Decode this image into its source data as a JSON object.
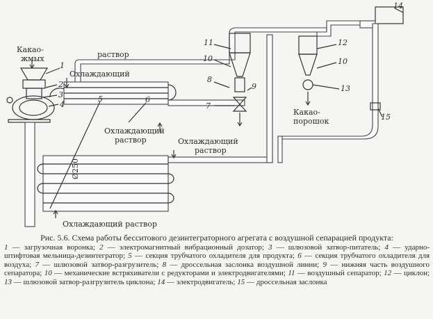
{
  "diagram": {
    "labels": {
      "input_material": [
        "Какао-",
        "жмых"
      ],
      "coolant_top": [
        "Охлаждающий",
        "раствор"
      ],
      "coolant_middle": [
        "Охлаждающий",
        "раствор"
      ],
      "coolant_right": [
        "Охлаждающий",
        "раствор"
      ],
      "coolant_bottom": "Охлаждающий раствор",
      "output_product": [
        "Какао-",
        "порошок"
      ],
      "diameter": "Ø250"
    },
    "numbers": [
      "1",
      "2",
      "3",
      "4",
      "5",
      "6",
      "7",
      "8",
      "9",
      "10",
      "11",
      "12",
      "13",
      "14",
      "15"
    ]
  },
  "caption": {
    "title": "Рис. 5.6. Схема работы бесситового дезинтеграторного агрегата с воздушной сепарацией продукта:",
    "legend": [
      {
        "n": "1",
        "text": "загрузочная воронка;"
      },
      {
        "n": "2",
        "text": "электромагнитный вибрационный дозатор;"
      },
      {
        "n": "3",
        "text": "шлюзовой затвор-питатель;"
      },
      {
        "n": "4",
        "text": "ударно-штифтовая мельница-дезинтегратор;"
      },
      {
        "n": "5",
        "text": "секция трубчатого охладителя для продукта;"
      },
      {
        "n": "6",
        "text": "секция трубчатого охладителя для воздуха;"
      },
      {
        "n": "7",
        "text": "шлюзовой затвор-разгрузитель;"
      },
      {
        "n": "8",
        "text": "дроссельная заслонка воздушной линии;"
      },
      {
        "n": "9",
        "text": "нижняя часть воздушного сепаратора;"
      },
      {
        "n": "10",
        "text": "механические встряхиватели с редукторами и электродвигателями;"
      },
      {
        "n": "11",
        "text": "воздушный сепаратор;"
      },
      {
        "n": "12",
        "text": "циклон;"
      },
      {
        "n": "13",
        "text": "шлюзовой затвор-разгрузитель циклона;"
      },
      {
        "n": "14",
        "text": "электродвигатель;"
      },
      {
        "n": "15",
        "text": "дроссельная заслонка"
      }
    ]
  }
}
